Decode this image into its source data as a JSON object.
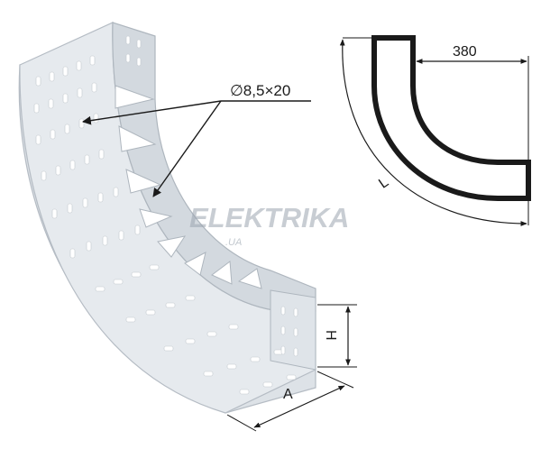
{
  "product_drawing": {
    "hole_label": "∅8,5×20",
    "height_label": "H",
    "width_label": "A"
  },
  "profile_diagram": {
    "dimension_label": "380",
    "length_label": "L"
  },
  "watermark": {
    "brand": "ELEKTRIKA",
    "domain": ".UA"
  },
  "colors": {
    "tray_fill": "#e4e8ec",
    "tray_edge": "#b5bcc4",
    "hole": "#ffffff",
    "line": "#1a1a1a"
  }
}
